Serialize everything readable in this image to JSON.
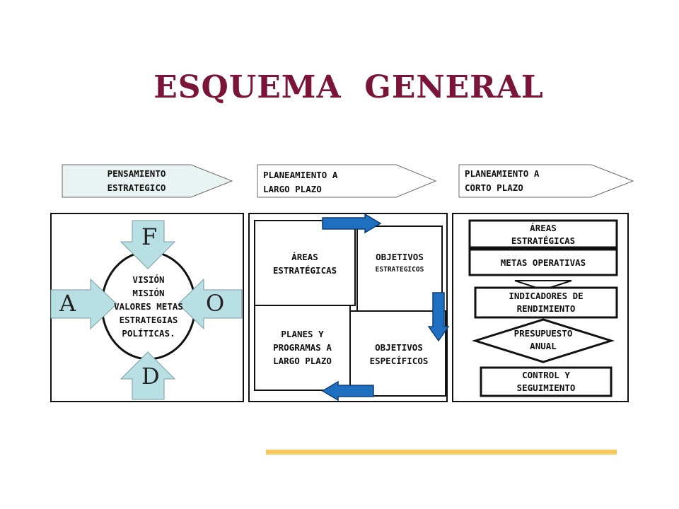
{
  "title": "ESQUEMA  GENERAL",
  "stages": [
    {
      "label": "PENSAMIENTO\nESTRATEGICO"
    },
    {
      "label": "PLANEAMIENTO A\nLARGO PLAZO"
    },
    {
      "label": "PLANEAMIENTO A\nCORTO PLAZO"
    }
  ],
  "foda": {
    "top": "F",
    "left": "A",
    "right": "O",
    "bottom": "D",
    "center_lines": [
      "VISIÓN",
      "MISIÓN",
      "VALORES METAS",
      "ESTRATEGIAS",
      "POLÍTICAS."
    ]
  },
  "long_term": {
    "areas": "ÁREAS\nESTRATÉGICAS",
    "objetivos_estrategicos": "OBJETIVOS",
    "objetivos_estrategicos_sub": "ESTRATEGICOS",
    "planes": "PLANES Y\nPROGRAMAS A\nLARGO PLAZO",
    "objetivos_especificos": "OBJETIVOS\nESPECÍFICOS"
  },
  "short_term": {
    "areas": "ÁREAS\nESTRATÉGICAS",
    "metas": "METAS OPERATIVAS",
    "indicadores": "INDICADORES DE\nRENDIMIENTO",
    "presupuesto": "PRESUPUESTO\nANUAL",
    "control": "CONTROL Y\nSEGUIMIENTO"
  },
  "colors": {
    "title": "#7a1438",
    "header_fill": "#e9f3f1",
    "foda_arrow": "#b8e0e4",
    "flow_arrow": "#1f6fc0",
    "bottom_bar": "#f7c95c"
  }
}
